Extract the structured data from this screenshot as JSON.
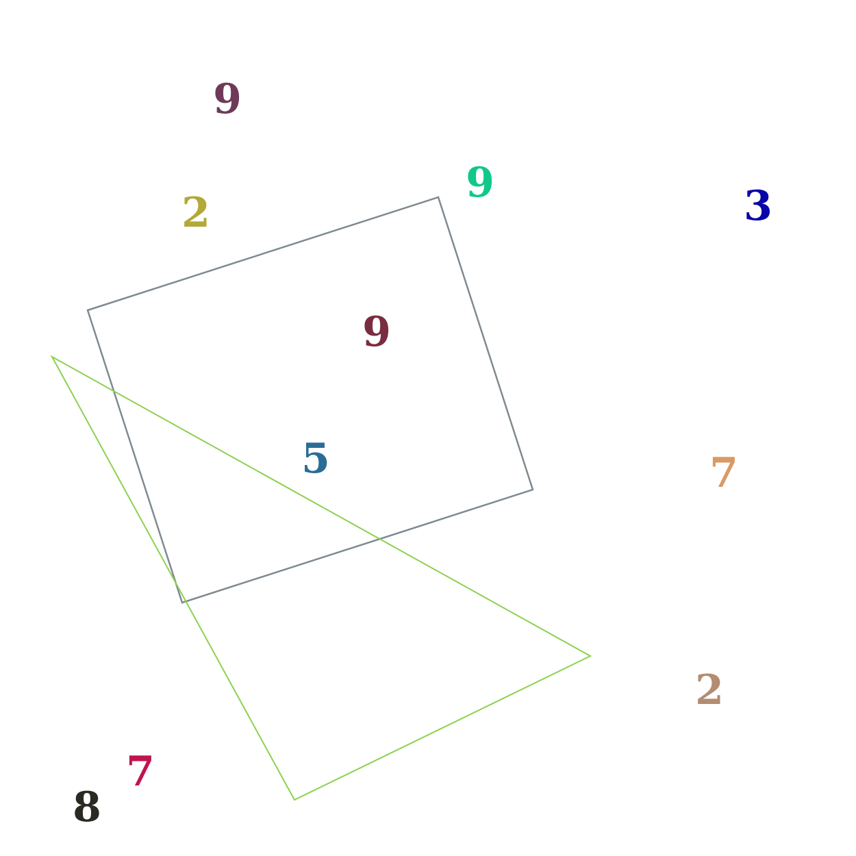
{
  "shapes": [
    {
      "id": "quadrilateral",
      "color": "#7f8a90"
    },
    {
      "id": "triangle",
      "color": "#8cd14e"
    }
  ],
  "digits": [
    {
      "id": "d1",
      "text": "9",
      "color": "#6e3a5a"
    },
    {
      "id": "d2",
      "text": "9",
      "color": "#10c88a"
    },
    {
      "id": "d3",
      "text": "2",
      "color": "#b3a838"
    },
    {
      "id": "d4",
      "text": "3",
      "color": "#0a05a8"
    },
    {
      "id": "d5",
      "text": "9",
      "color": "#7a2d40"
    },
    {
      "id": "d6",
      "text": "5",
      "color": "#2a6c96"
    },
    {
      "id": "d7",
      "text": "7",
      "color": "#d99a64"
    },
    {
      "id": "d8",
      "text": "2",
      "color": "#b38c72"
    },
    {
      "id": "d9",
      "text": "7",
      "color": "#c0144e"
    },
    {
      "id": "d10",
      "text": "8",
      "color": "#2a2a22"
    }
  ]
}
